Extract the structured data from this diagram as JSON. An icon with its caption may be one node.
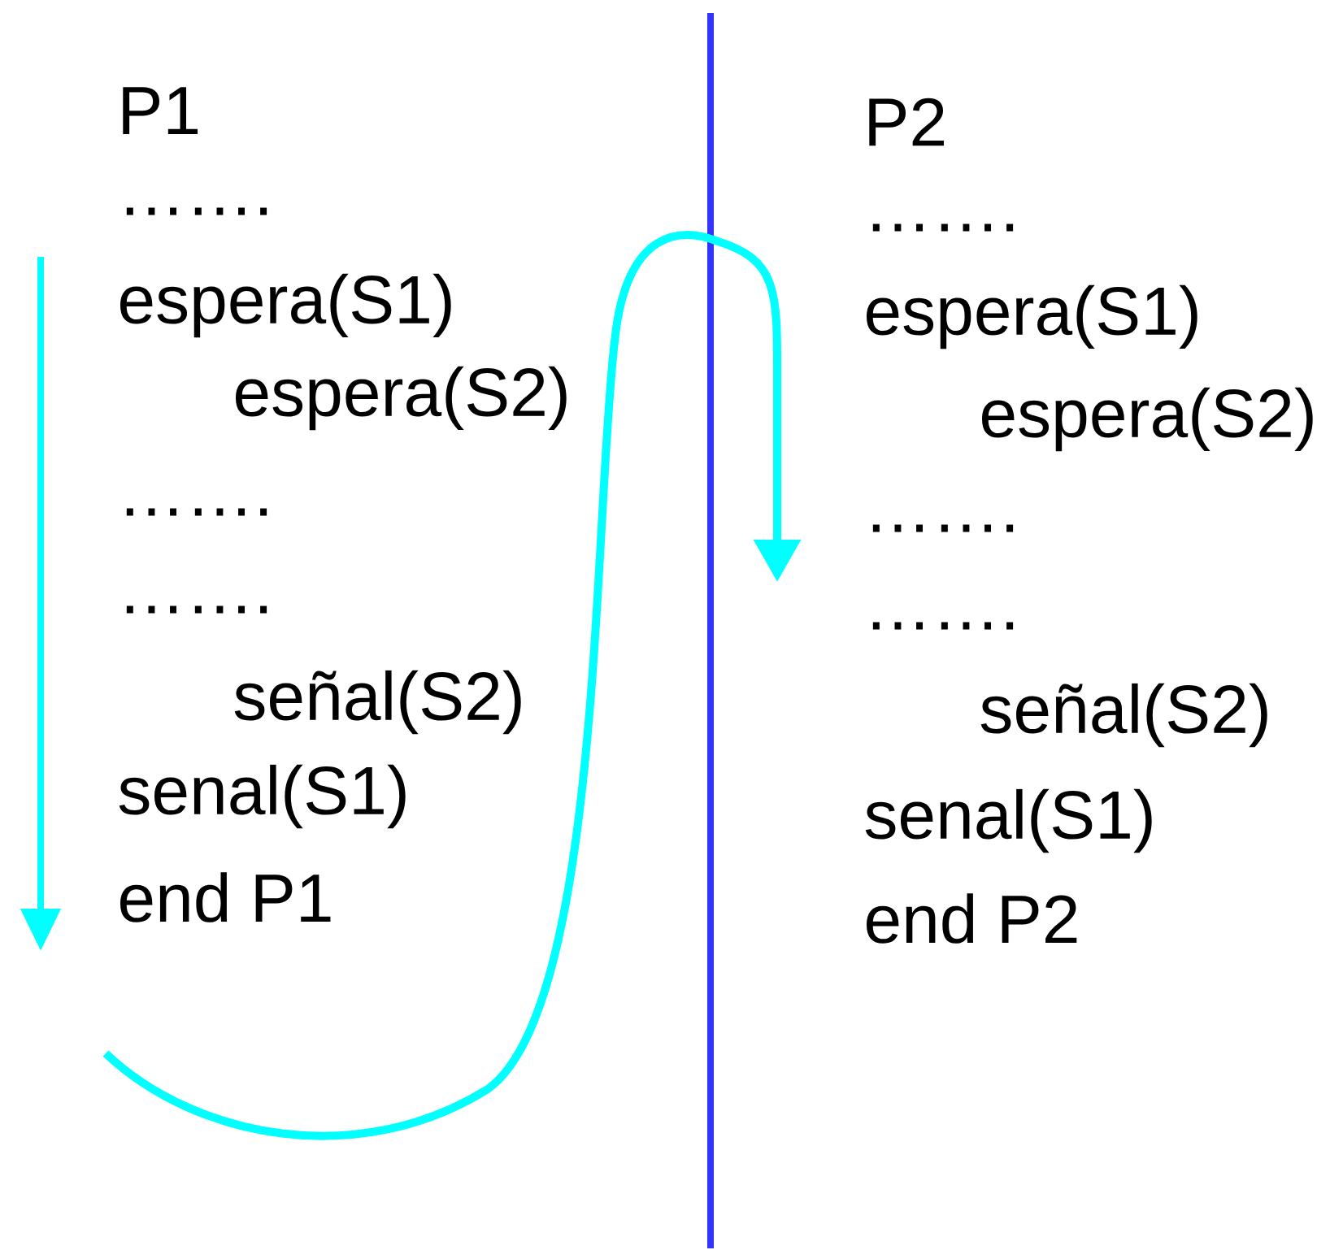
{
  "diagram": {
    "labels": [
      "P1",
      "…….",
      "espera(S1)",
      "espera(S2)",
      "…….",
      "…….",
      "señal(S2)",
      "senal(S1)",
      "end P1",
      "P2",
      "…….",
      "espera(S1)",
      "espera(S2)",
      "…….",
      "…….",
      "señal(S2)",
      "senal(S1)",
      "end P2"
    ]
  }
}
